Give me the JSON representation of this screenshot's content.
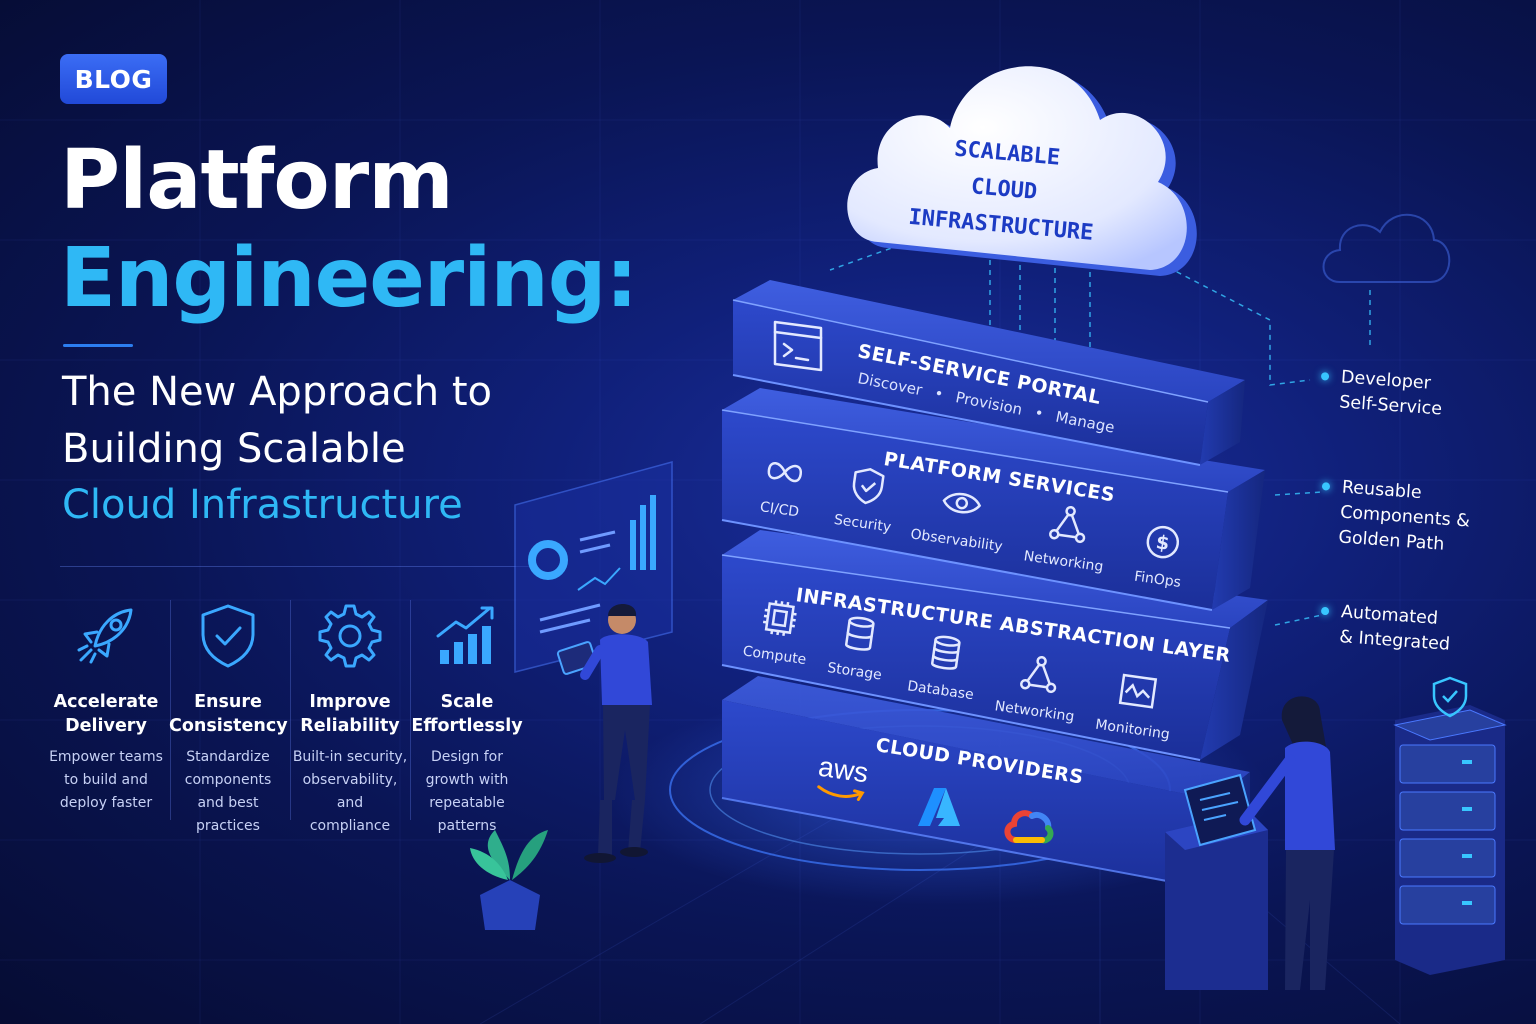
{
  "badge": "BLOG",
  "title": {
    "line1": "Platform",
    "line2": "Engineering:",
    "subtitle_lines": [
      "The New Approach to",
      "Building Scalable"
    ],
    "subtitle_highlight": "Cloud Infrastructure"
  },
  "features": [
    {
      "icon": "rocket-icon",
      "title_lines": [
        "Accelerate",
        "Delivery"
      ],
      "desc_lines": [
        "Empower teams",
        "to build and",
        "deploy faster"
      ]
    },
    {
      "icon": "shield-check-icon",
      "title_lines": [
        "Ensure",
        "Consistency"
      ],
      "desc_lines": [
        "Standardize",
        "components",
        "and best practices"
      ]
    },
    {
      "icon": "gear-icon",
      "title_lines": [
        "Improve",
        "Reliability"
      ],
      "desc_lines": [
        "Built-in security,",
        "observability, and",
        "compliance"
      ]
    },
    {
      "icon": "growth-chart-icon",
      "title_lines": [
        "Scale",
        "Effortlessly"
      ],
      "desc_lines": [
        "Design for",
        "growth with",
        "repeatable patterns"
      ]
    }
  ],
  "cloud": {
    "lines": [
      "SCALABLE",
      "CLOUD",
      "INFRASTRUCTURE"
    ]
  },
  "layers": {
    "portal": {
      "title": "SELF-SERVICE PORTAL",
      "actions": [
        "Discover",
        "Provision",
        "Manage"
      ],
      "icon": "terminal-icon"
    },
    "services": {
      "title": "PLATFORM SERVICES",
      "items": [
        {
          "label": "CI/CD",
          "icon": "infinity-icon"
        },
        {
          "label": "Security",
          "icon": "shield-check-icon"
        },
        {
          "label": "Observability",
          "icon": "eye-icon"
        },
        {
          "label": "Networking",
          "icon": "network-nodes-icon"
        },
        {
          "label": "FinOps",
          "icon": "dollar-icon"
        }
      ]
    },
    "infra": {
      "title": "INFRASTRUCTURE ABSTRACTION LAYER",
      "items": [
        {
          "label": "Compute",
          "icon": "cpu-chip-icon"
        },
        {
          "label": "Storage",
          "icon": "storage-cylinder-icon"
        },
        {
          "label": "Database",
          "icon": "database-icon"
        },
        {
          "label": "Networking",
          "icon": "network-nodes-icon"
        },
        {
          "label": "Monitoring",
          "icon": "monitor-pulse-icon"
        }
      ]
    },
    "providers": {
      "title": "CLOUD PROVIDERS",
      "items": [
        {
          "label": "aws",
          "icon": "aws-logo-icon"
        },
        {
          "label": "",
          "icon": "azure-logo-icon"
        },
        {
          "label": "",
          "icon": "google-cloud-logo-icon"
        }
      ]
    }
  },
  "callouts": [
    {
      "lines": [
        "Developer",
        "Self-Service"
      ]
    },
    {
      "lines": [
        "Reusable",
        "Components &",
        "Golden Path"
      ]
    },
    {
      "lines": [
        "Automated",
        "& Integrated"
      ]
    }
  ],
  "colors": {
    "background": "#0a1555",
    "accent": "#2fb8f5",
    "badge": "#2c5ee8",
    "layer": "#2a46c8",
    "cloud": "#eef2ff",
    "cloud_text": "#1c3bc4"
  }
}
